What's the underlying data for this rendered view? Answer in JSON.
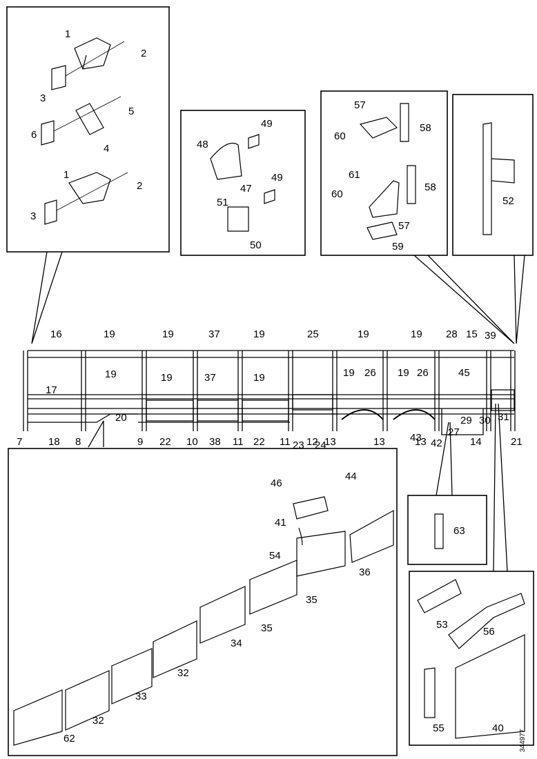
{
  "catalog_number": "344977",
  "callouts": [
    {
      "id": "c1a",
      "text": "1"
    },
    {
      "id": "c2a",
      "text": "2"
    },
    {
      "id": "c3a",
      "text": "3"
    },
    {
      "id": "c5",
      "text": "5"
    },
    {
      "id": "c6",
      "text": "6"
    },
    {
      "id": "c4",
      "text": "4"
    },
    {
      "id": "c1b",
      "text": "1"
    },
    {
      "id": "c2b",
      "text": "2"
    },
    {
      "id": "c3b",
      "text": "3"
    },
    {
      "id": "c49a",
      "text": "49"
    },
    {
      "id": "c48",
      "text": "48"
    },
    {
      "id": "c47",
      "text": "47"
    },
    {
      "id": "c49b",
      "text": "49"
    },
    {
      "id": "c51",
      "text": "51"
    },
    {
      "id": "c50",
      "text": "50"
    },
    {
      "id": "c57a",
      "text": "57"
    },
    {
      "id": "c58a",
      "text": "58"
    },
    {
      "id": "c60a",
      "text": "60"
    },
    {
      "id": "c61",
      "text": "61"
    },
    {
      "id": "c58b",
      "text": "58"
    },
    {
      "id": "c60b",
      "text": "60"
    },
    {
      "id": "c57b",
      "text": "57"
    },
    {
      "id": "c59",
      "text": "59"
    },
    {
      "id": "c52",
      "text": "52"
    },
    {
      "id": "t16",
      "text": "16"
    },
    {
      "id": "t19a",
      "text": "19"
    },
    {
      "id": "t19b",
      "text": "19"
    },
    {
      "id": "t37a",
      "text": "37"
    },
    {
      "id": "t19c",
      "text": "19"
    },
    {
      "id": "t25",
      "text": "25"
    },
    {
      "id": "t19d",
      "text": "19"
    },
    {
      "id": "t19e",
      "text": "19"
    },
    {
      "id": "t28",
      "text": "28"
    },
    {
      "id": "t15",
      "text": "15"
    },
    {
      "id": "t39",
      "text": "39"
    },
    {
      "id": "m19a",
      "text": "19"
    },
    {
      "id": "m17",
      "text": "17"
    },
    {
      "id": "m19b",
      "text": "19"
    },
    {
      "id": "m37",
      "text": "37"
    },
    {
      "id": "m19c",
      "text": "19"
    },
    {
      "id": "m19d",
      "text": "19"
    },
    {
      "id": "m26a",
      "text": "26"
    },
    {
      "id": "m19e",
      "text": "19"
    },
    {
      "id": "m26b",
      "text": "26"
    },
    {
      "id": "m45",
      "text": "45"
    },
    {
      "id": "m20",
      "text": "20"
    },
    {
      "id": "m29",
      "text": "29"
    },
    {
      "id": "m30",
      "text": "30"
    },
    {
      "id": "m31",
      "text": "31"
    },
    {
      "id": "b7",
      "text": "7"
    },
    {
      "id": "b18",
      "text": "18"
    },
    {
      "id": "b8",
      "text": "8"
    },
    {
      "id": "b9",
      "text": "9"
    },
    {
      "id": "b22a",
      "text": "22"
    },
    {
      "id": "b10",
      "text": "10"
    },
    {
      "id": "b38",
      "text": "38"
    },
    {
      "id": "b11a",
      "text": "11"
    },
    {
      "id": "b22b",
      "text": "22"
    },
    {
      "id": "b11b",
      "text": "11"
    },
    {
      "id": "b23",
      "text": "23"
    },
    {
      "id": "b12",
      "text": "12"
    },
    {
      "id": "b24",
      "text": "24"
    },
    {
      "id": "b13a",
      "text": "13"
    },
    {
      "id": "b13b",
      "text": "13"
    },
    {
      "id": "b43",
      "text": "43"
    },
    {
      "id": "b27",
      "text": "27"
    },
    {
      "id": "b13c",
      "text": "13"
    },
    {
      "id": "b42",
      "text": "42"
    },
    {
      "id": "b14",
      "text": "14"
    },
    {
      "id": "b21",
      "text": "21"
    },
    {
      "id": "p46",
      "text": "46"
    },
    {
      "id": "p44",
      "text": "44"
    },
    {
      "id": "p41",
      "text": "41"
    },
    {
      "id": "p54",
      "text": "54"
    },
    {
      "id": "p36",
      "text": "36"
    },
    {
      "id": "p35a",
      "text": "35"
    },
    {
      "id": "p35b",
      "text": "35"
    },
    {
      "id": "p34",
      "text": "34"
    },
    {
      "id": "p32a",
      "text": "32"
    },
    {
      "id": "p33",
      "text": "33"
    },
    {
      "id": "p32b",
      "text": "32"
    },
    {
      "id": "p62",
      "text": "62"
    },
    {
      "id": "p63",
      "text": "63"
    },
    {
      "id": "p53",
      "text": "53"
    },
    {
      "id": "p56",
      "text": "56"
    },
    {
      "id": "p55",
      "text": "55"
    },
    {
      "id": "p40",
      "text": "40"
    }
  ]
}
